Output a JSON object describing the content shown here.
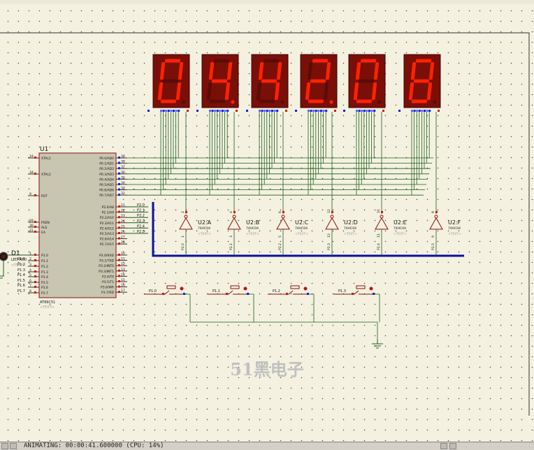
{
  "watermark": "51黑电子",
  "status": "ANIMATING: 00:00:41.600000 (CPU: 14%)",
  "mcu": {
    "ref": "U1",
    "part": "AT89C51",
    "text_placeholder": "<TEXT>",
    "left_pins": [
      {
        "num": "19",
        "name": "XTAL1"
      },
      {
        "num": "18",
        "name": "XTAL2"
      },
      {
        "num": "9",
        "name": "RST"
      },
      {
        "num": "29",
        "name": "PSEN"
      },
      {
        "num": "30",
        "name": "ALE"
      },
      {
        "num": "31",
        "name": "EA"
      },
      {
        "num": "1",
        "name": "P1.0"
      },
      {
        "num": "2",
        "name": "P1.1"
      },
      {
        "num": "3",
        "name": "P1.2"
      },
      {
        "num": "4",
        "name": "P1.3"
      },
      {
        "num": "5",
        "name": "P1.4"
      },
      {
        "num": "6",
        "name": "P1.5"
      },
      {
        "num": "7",
        "name": "P1.6"
      },
      {
        "num": "8",
        "name": "P1.7"
      }
    ],
    "right_pins": [
      {
        "num": "39",
        "name": "P0.0/AD0"
      },
      {
        "num": "38",
        "name": "P0.1/AD1"
      },
      {
        "num": "37",
        "name": "P0.2/AD2"
      },
      {
        "num": "36",
        "name": "P0.3/AD3"
      },
      {
        "num": "35",
        "name": "P0.4/AD4"
      },
      {
        "num": "34",
        "name": "P0.5/AD5"
      },
      {
        "num": "33",
        "name": "P0.6/AD6"
      },
      {
        "num": "32",
        "name": "P0.7/AD7"
      },
      {
        "num": "21",
        "name": "P2.0/A8"
      },
      {
        "num": "22",
        "name": "P2.1/A9"
      },
      {
        "num": "23",
        "name": "P2.2/A10"
      },
      {
        "num": "24",
        "name": "P2.3/A11"
      },
      {
        "num": "25",
        "name": "P2.4/A12"
      },
      {
        "num": "26",
        "name": "P2.5/A13"
      },
      {
        "num": "27",
        "name": "P2.6/A14"
      },
      {
        "num": "28",
        "name": "P2.7/A15"
      },
      {
        "num": "10",
        "name": "P3.0/RXD"
      },
      {
        "num": "11",
        "name": "P3.1/TXD"
      },
      {
        "num": "12",
        "name": "P3.2/INT0"
      },
      {
        "num": "13",
        "name": "P3.3/INT1"
      },
      {
        "num": "14",
        "name": "P3.4/T0"
      },
      {
        "num": "15",
        "name": "P3.5/T1"
      },
      {
        "num": "16",
        "name": "P3.6/WR"
      },
      {
        "num": "17",
        "name": "P3.7/RD"
      }
    ],
    "p2_net_labels": [
      "P2.0",
      "P2.1",
      "P2.2",
      "P2.3",
      "P2.4",
      "P2.5"
    ],
    "p1_net_labels": [
      "P1.0",
      "P1.1",
      "P1.2",
      "P1.3",
      "P1.4",
      "P1.5",
      "P1.6",
      "P1.7"
    ]
  },
  "led": {
    "ref": "D1",
    "part": "LED-RED",
    "text_placeholder": "<TEXT>"
  },
  "display": {
    "digits": [
      "0",
      "4",
      "4",
      "2",
      "0",
      "8"
    ],
    "decimal_point_lit": [
      false,
      true,
      false,
      true,
      false,
      false
    ],
    "color_segment_on": "#ff2200",
    "color_segment_off": "#5a0c06",
    "color_body": "#7a0f08"
  },
  "inverters": [
    {
      "ref": "U2:A",
      "part": "74HC04",
      "in_pin": "1",
      "out_pin": "2",
      "net": "P2.0"
    },
    {
      "ref": "U2:B",
      "part": "74HC04",
      "in_pin": "3",
      "out_pin": "4",
      "net": "P2.1"
    },
    {
      "ref": "U2:C",
      "part": "74HC04",
      "in_pin": "5",
      "out_pin": "6",
      "net": "P2.2"
    },
    {
      "ref": "U2:D",
      "part": "74HC04",
      "in_pin": "13",
      "out_pin": "12",
      "net": "P2.3"
    },
    {
      "ref": "U2:E",
      "part": "74HC04",
      "in_pin": "11",
      "out_pin": "10",
      "net": "P2.4"
    },
    {
      "ref": "U2:F",
      "part": "74HC04",
      "in_pin": "9",
      "out_pin": "8",
      "net": "P2.5"
    }
  ],
  "inverter_text": "<TEXT>",
  "buttons": [
    {
      "net": "P1.0"
    },
    {
      "net": "P1.1"
    },
    {
      "net": "P1.2"
    },
    {
      "net": "P1.3"
    }
  ],
  "colors": {
    "wire": "#1c5e1c",
    "bus": "#0000aa",
    "component_outline": "#8a1010",
    "mcu_fill": "#c8c5b0",
    "pin_red": "#d81010",
    "pin_blue": "#1020d8"
  }
}
